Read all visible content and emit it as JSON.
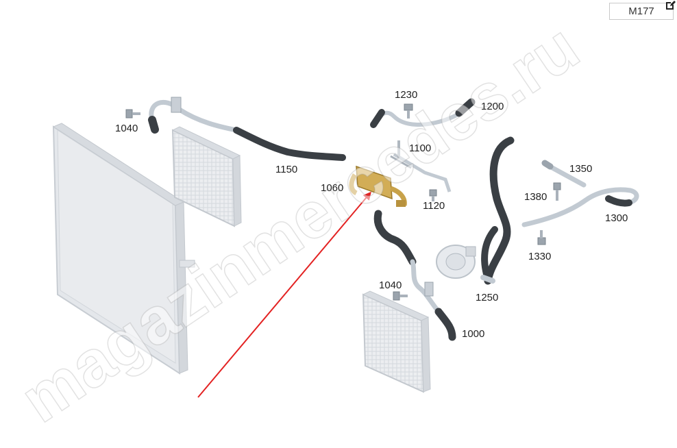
{
  "model_badge": "M177",
  "watermark_text": "magazinmercedes.ru",
  "callouts": {
    "c1040a": "1040",
    "c1150": "1150",
    "c1060": "1060",
    "c1230": "1230",
    "c1200": "1200",
    "c1100": "1100",
    "c1120": "1120",
    "c1350": "1350",
    "c1380": "1380",
    "c1300": "1300",
    "c1330": "1330",
    "c1250": "1250",
    "c1040b": "1040",
    "c1000": "1000"
  },
  "icons": {
    "edit": "edit-pencil-icon",
    "arrow": "red-pointer-arrow"
  },
  "colors": {
    "hose": "#3a3f44",
    "pipe": "#b9c2cb",
    "radiator": "#e3e6ea",
    "fitting": "#c8a24a",
    "arrow": "#e32222"
  }
}
